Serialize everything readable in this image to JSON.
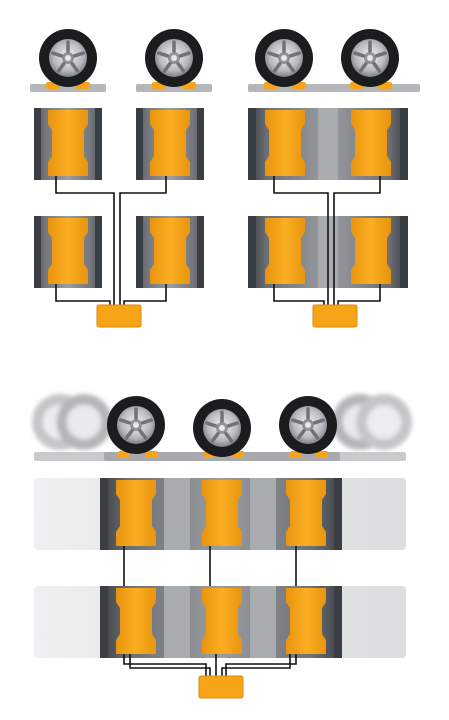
{
  "diagram": {
    "colors": {
      "pad_orange": "#f7a418",
      "pad_orange_dark": "#d98a0c",
      "tire_dark": "#3f4246",
      "tire_mid": "#8a8d91",
      "tread_light": "#b9bcbf",
      "rim_silver": "#c9ccd0",
      "wire_black": "#111111",
      "ghost_gray": "#d9dadc",
      "ramp_gray": "#a7a9ac"
    },
    "icons": [
      "wheel-icon",
      "tire-tread-icon",
      "pad-icon",
      "controller-box-icon",
      "wire-icon",
      "ramp-icon"
    ],
    "configurations": [
      {
        "id": "four-wheel-separate",
        "wheels": 2,
        "pads": 4,
        "controllers": 1
      },
      {
        "id": "four-wheel-dual",
        "wheels": 2,
        "pads": 4,
        "controllers": 1
      },
      {
        "id": "six-wheel-in-motion",
        "wheels": 3,
        "pads": 6,
        "controllers": 1
      }
    ]
  }
}
